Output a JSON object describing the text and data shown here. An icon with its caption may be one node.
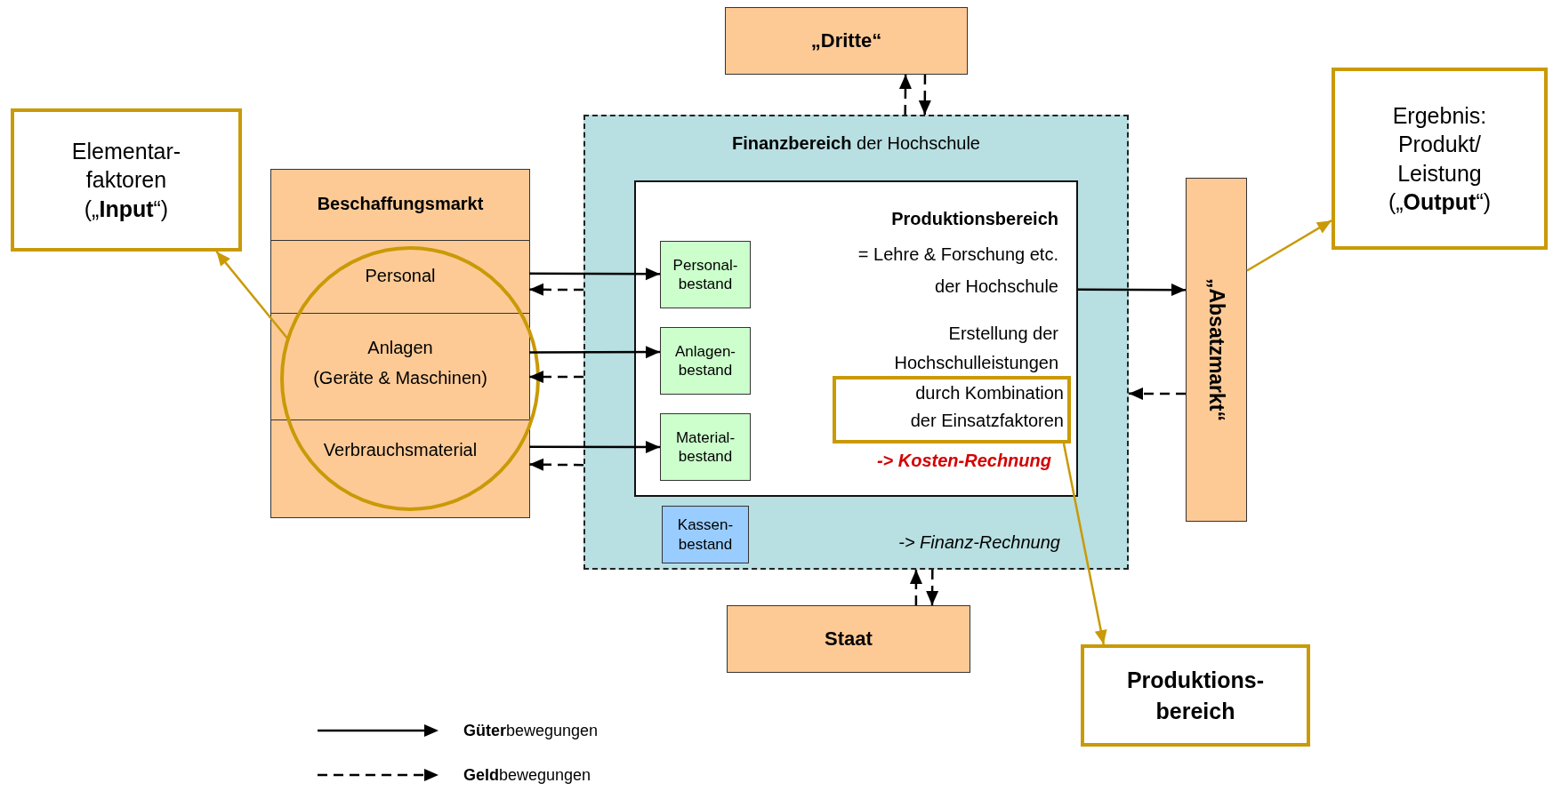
{
  "diagram": {
    "nodes": [
      {
        "text": [
          "Elementar- faktoren („**Input**“)"
        ]
      },
      {
        "text": [
          "Beschaffungsmarkt"
        ]
      },
      {
        "text": [
          "Personal"
        ],
        "in": 1
      },
      {
        "text": [
          "Anlagen (Geräte & Maschinen)"
        ],
        "in": 1
      },
      {
        "text": [
          "Verbrauchsmaterial"
        ],
        "in": 1
      },
      {
        "text": [
          "„Dritte“"
        ]
      },
      {
        "text": [
          "**Finanzbereich** der Hochschule",
          "-> Finanz-Rechnung"
        ]
      },
      {
        "text": [
          "Produktionsbereich",
          "= Lehre & Forschung etc. der Hochschule",
          "Erstellung der Hochschulleistungen",
          "-> Kosten-Rechnung"
        ],
        "in": 6
      },
      {
        "text": [
          "Personal- bestand"
        ],
        "in": 7
      },
      {
        "text": [
          "Anlagen- bestand"
        ],
        "in": 7
      },
      {
        "text": [
          "Material- bestand"
        ],
        "in": 7
      },
      {
        "text": [
          "durch Kombination der Einsatzfaktoren"
        ],
        "in": 7
      },
      {
        "text": [
          "Kassen- bestand"
        ],
        "in": 6
      },
      {
        "text": [
          "„Absatzmarkt“"
        ]
      },
      {
        "text": [
          "Ergebnis: Produkt/ Leistung („**Output**“)"
        ]
      },
      {
        "text": [
          "Staat"
        ]
      },
      {
        "text": [
          "Produktions- bereich"
        ]
      }
    ],
    "edges": [
      {
        "from": 2,
        "to": 8,
        "arrow": "to"
      },
      {
        "from": 6,
        "to": 2,
        "arrow": "to",
        "style": "dashed"
      },
      {
        "from": 3,
        "to": 9,
        "arrow": "to"
      },
      {
        "from": 6,
        "to": 3,
        "arrow": "to",
        "style": "dashed"
      },
      {
        "from": 4,
        "to": 10,
        "arrow": "to"
      },
      {
        "from": 6,
        "to": 4,
        "arrow": "to",
        "style": "dashed"
      },
      {
        "from": 7,
        "to": 13,
        "arrow": "to"
      },
      {
        "from": 13,
        "to": 6,
        "arrow": "to",
        "style": "dashed"
      },
      {
        "from": 6,
        "to": 5,
        "arrow": "to",
        "style": "dashed"
      },
      {
        "from": 5,
        "to": 6,
        "arrow": "to",
        "style": "dashed"
      },
      {
        "from": 15,
        "to": 6,
        "arrow": "to",
        "style": "dashed"
      },
      {
        "from": 6,
        "to": 15,
        "arrow": "to",
        "style": "dashed"
      },
      {
        "from": 3,
        "to": 0,
        "arrow": "to",
        "color": "#c99a06"
      },
      {
        "from": 13,
        "to": 14,
        "arrow": "to",
        "color": "#c99a06"
      },
      {
        "from": 11,
        "to": 16,
        "arrow": "to",
        "color": "#c99a06"
      }
    ],
    "legend": [
      {
        "text": "**Güter**bewegungen"
      },
      {
        "text": "**Geld**bewegungen"
      }
    ]
  }
}
